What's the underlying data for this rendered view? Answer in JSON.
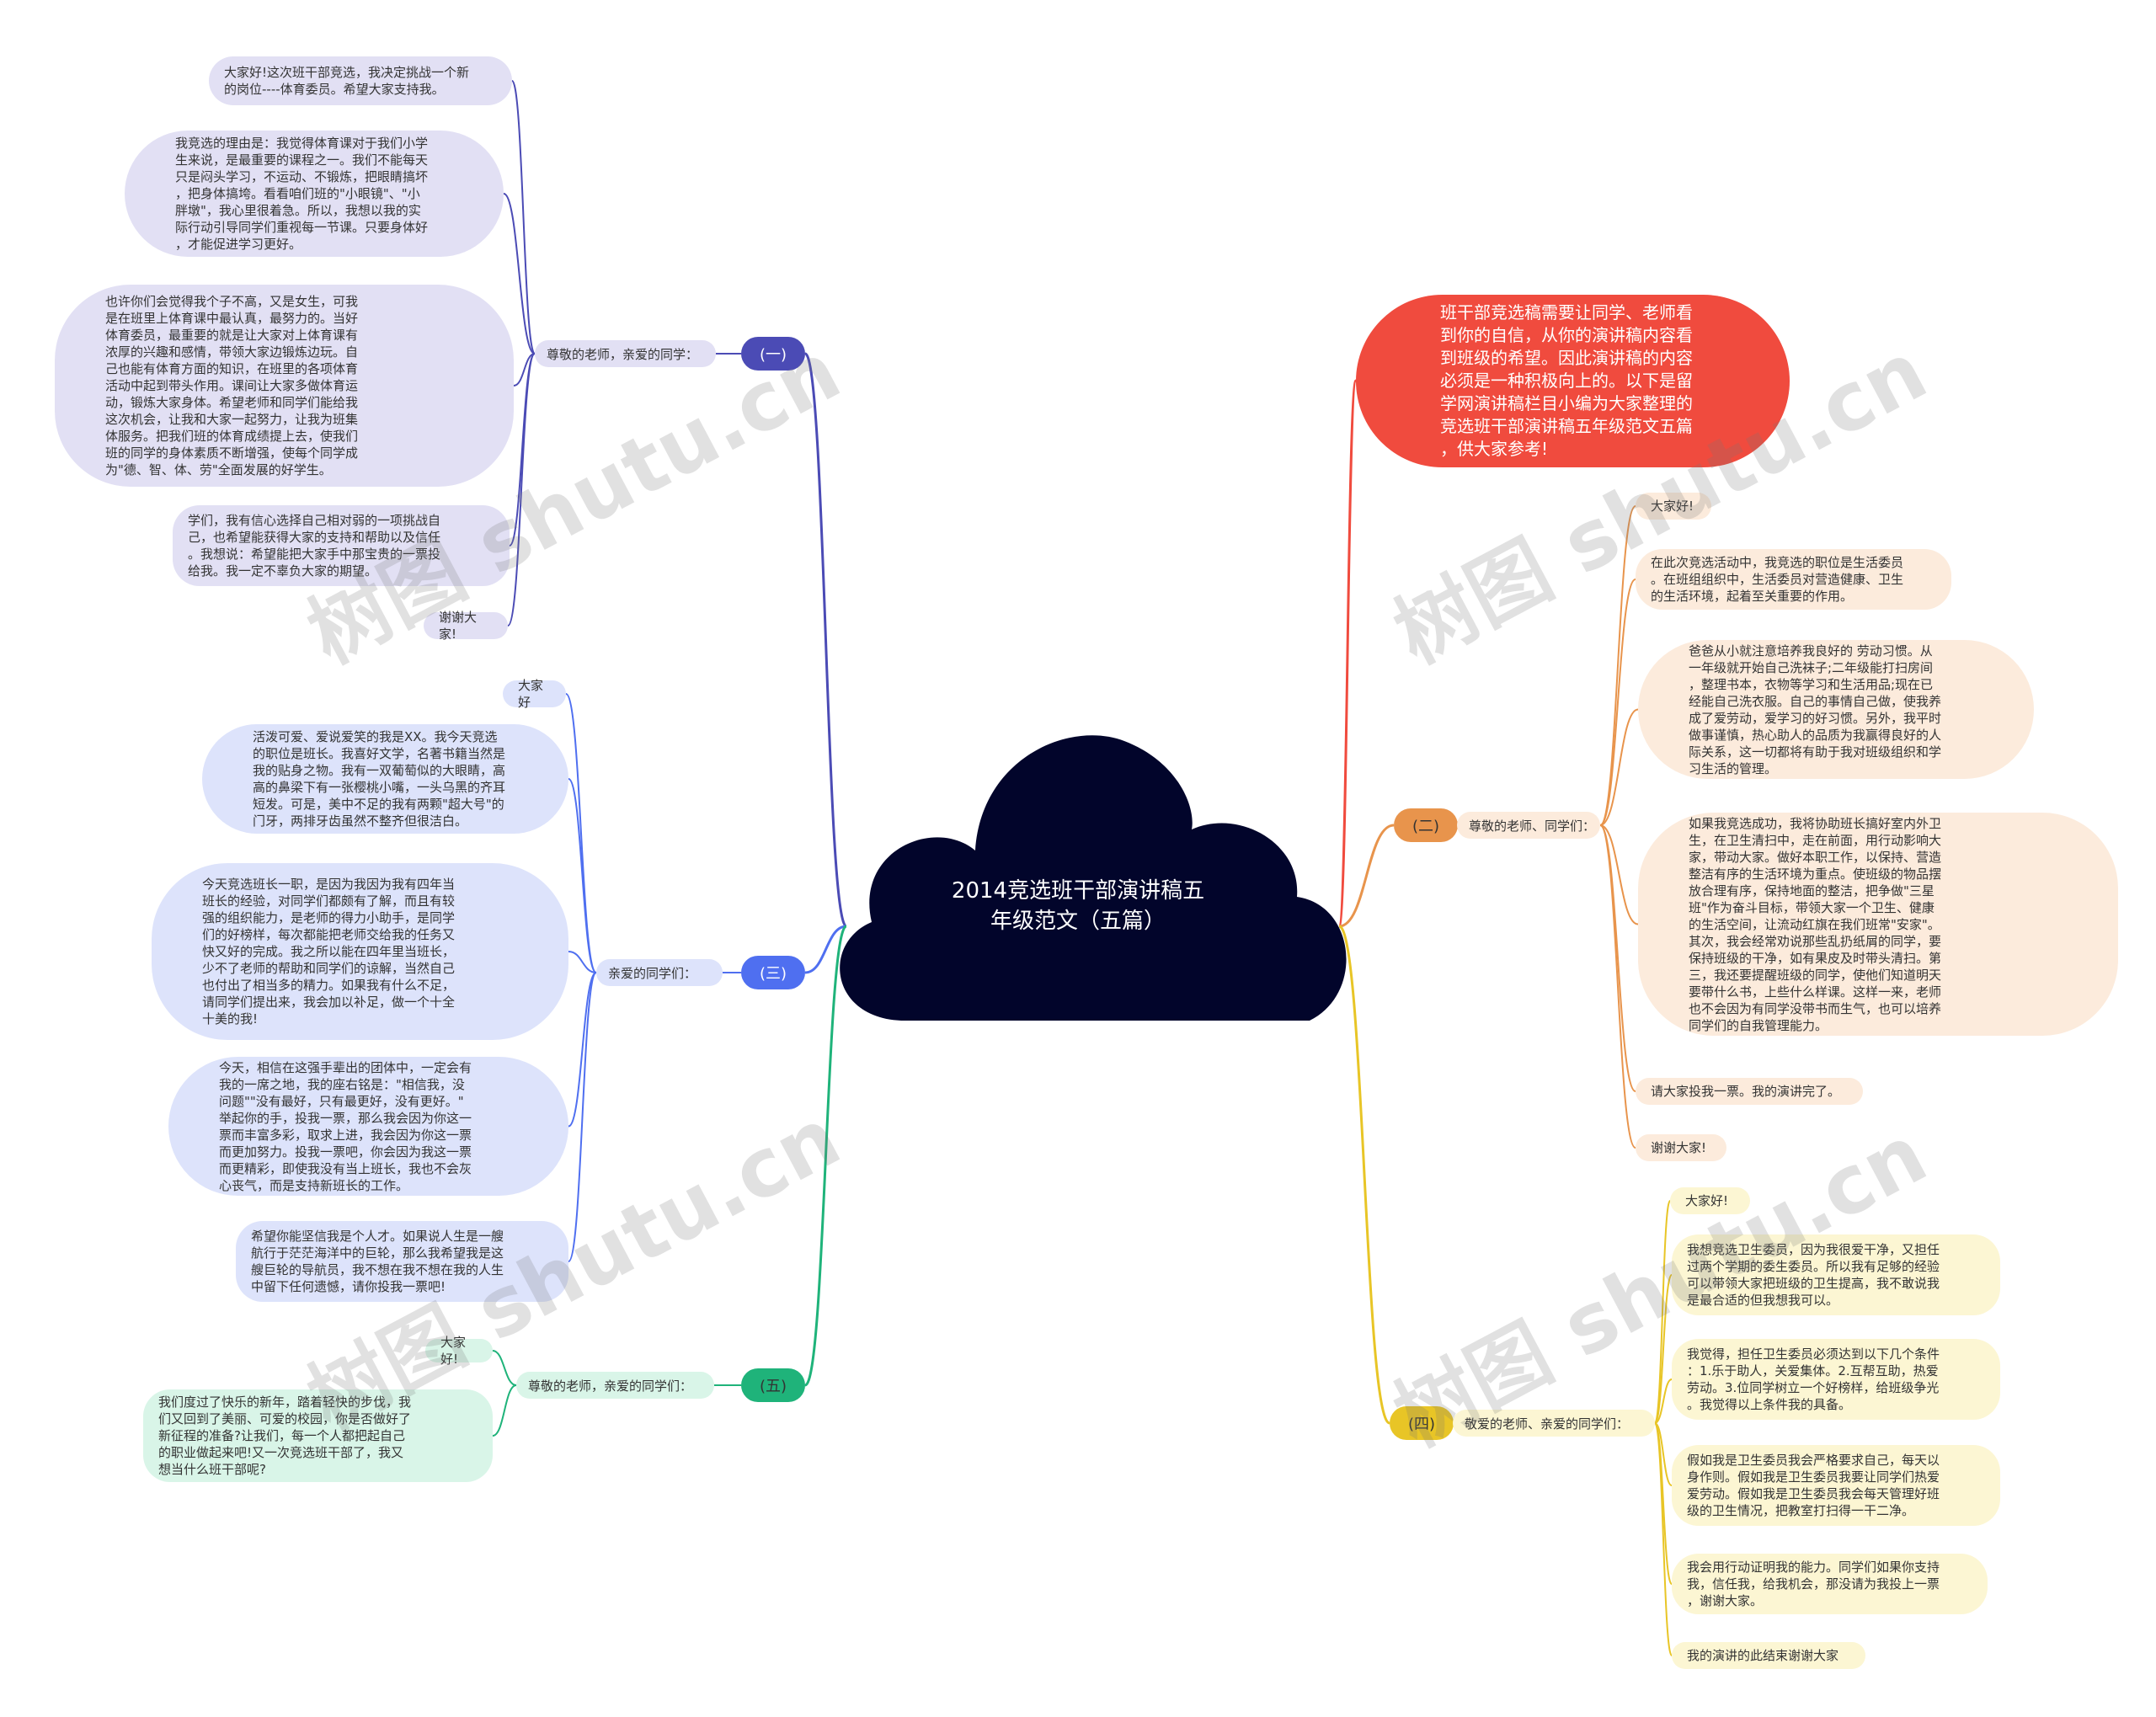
{
  "central_topic": {
    "title": "2014竞选班干部演讲稿五\n年级范文（五篇）",
    "fill": "#02052b"
  },
  "intro_node": {
    "text": "班干部竞选稿需要让同学、老师看\n到你的自信，从你的演讲稿内容看\n到班级的希望。因此演讲稿的内容\n必须是一种积极向上的。以下是留\n学网演讲稿栏目小编为大家整理的\n竞选班干部演讲稿五年级范文五篇\n，供大家参考!",
    "fill": "#f04b3e"
  },
  "branches": [
    {
      "label": "(一)",
      "color": "#4b4bb5",
      "light": "#e2e0f4",
      "sub": "尊敬的老师，亲爱的同学：",
      "leaves": [
        "大家好!这次班干部竞选，我决定挑战一个新\n的岗位----体育委员。希望大家支持我。",
        "我竞选的理由是：我觉得体育课对于我们小学\n生来说，是最重要的课程之一。我们不能每天\n只是闷头学习，不运动、不锻炼，把眼睛搞坏\n，把身体搞垮。看看咱们班的\"小眼镜\"、\"小\n胖墩\"，我心里很着急。所以，我想以我的实\n际行动引导同学们重视每一节课。只要身体好\n，才能促进学习更好。",
        "也许你们会觉得我个子不高，又是女生，可我\n是在班里上体育课中最认真，最努力的。当好\n体育委员，最重要的就是让大家对上体育课有\n浓厚的兴趣和感情，带领大家边锻炼边玩。自\n己也能有体育方面的知识，在班里的各项体育\n活动中起到带头作用。课间让大家多做体育运\n动，锻炼大家身体。希望老师和同学们能给我\n这次机会，让我和大家一起努力，让我为班集\n体服务。把我们班的体育成绩提上去，使我们\n班的同学的身体素质不断增强，使每个同学成\n为\"德、智、体、劳\"全面发展的好学生。",
        "学们，我有信心选择自己相对弱的一项挑战自\n己，也希望能获得大家的支持和帮助以及信任\n。我想说：希望能把大家手中那宝贵的一票投\n给我。我一定不辜负大家的期望。",
        "谢谢大家!"
      ]
    },
    {
      "label": "(二)",
      "color": "#e8944c",
      "light": "#fcebdc",
      "sub": "尊敬的老师、同学们：",
      "leaves": [
        "大家好!",
        "在此次竞选活动中，我竞选的职位是生活委员\n。在班组组织中，生活委员对营造健康、卫生\n的生活环境，起着至关重要的作用。",
        "爸爸从小就注意培养我良好的 劳动习惯。从\n一年级就开始自己洗袜子;二年级能打扫房间\n，整理书本，衣物等学习和生活用品;现在已\n经能自己洗衣服。自己的事情自己做，使我养\n成了爱劳动，爱学习的好习惯。另外，我平时\n做事谨慎，热心助人的品质为我赢得良好的人\n际关系，这一切都将有助于我对班级组织和学\n习生活的管理。",
        "如果我竞选成功，我将协助班长搞好室内外卫\n生，在卫生清扫中，走在前面，用行动影响大\n家，带动大家。做好本职工作，以保持、营造\n整洁有序的生活环境为重点。使班级的物品摆\n放合理有序，保持地面的整洁，把争做\"三星\n班\"作为奋斗目标，带领大家一个卫生、健康\n的生活空间，让流动红旗在我们班常\"安家\"。\n其次，我会经常劝说那些乱扔纸屑的同学，要\n保持班级的干净，如有果皮及时带头清扫。第\n三，我还要提醒班级的同学，使他们知道明天\n要带什么书，上些什么样课。这样一来，老师\n也不会因为有同学没带书而生气，也可以培养\n同学们的自我管理能力。",
        "请大家投我一票。我的演讲完了。",
        "谢谢大家!"
      ]
    },
    {
      "label": "(三)",
      "color": "#4f6ff0",
      "light": "#dde3fb",
      "sub": "亲爱的同学们：",
      "leaves": [
        "大家好",
        "活泼可爱、爱说爱笑的我是XX。我今天竞选\n的职位是班长。我喜好文学，名著书籍当然是\n我的贴身之物。我有一双葡萄似的大眼睛，高\n高的鼻梁下有一张樱桃小嘴，一头乌黑的齐耳\n短发。可是，美中不足的我有两颗\"超大号\"的\n门牙，两排牙齿虽然不整齐但很洁白。",
        "今天竞选班长一职，是因为我因为我有四年当\n班长的经验，对同学们都颇有了解，而且有较\n强的组织能力，是老师的得力小助手，是同学\n们的好榜样，每次都能把老师交给我的任务又\n快又好的完成。我之所以能在四年里当班长，\n少不了老师的帮助和同学们的谅解，当然自己\n也付出了相当多的精力。如果我有什么不足，\n请同学们提出来，我会加以补足，做一个十全\n十美的我!",
        "今天，相信在这强手辈出的团体中，一定会有\n我的一席之地，我的座右铭是：\"相信我，没\n问题\"\"没有最好，只有最更好，没有更好。\"\n举起你的手，投我一票，那么我会因为你这一\n票而丰富多彩，取求上进，我会因为你这一票\n而更加努力。投我一票吧，你会因为我这一票\n而更精彩，即使我没有当上班长，我也不会灰\n心丧气，而是支持新班长的工作。",
        "希望你能坚信我是个人才。如果说人生是一艘\n航行于茫茫海洋中的巨轮，那么我希望我是这\n艘巨轮的导航员，我不想在我不想在我的人生\n中留下任何遗憾，请你投我一票吧!"
      ]
    },
    {
      "label": "(四)",
      "color": "#e8c526",
      "light": "#fcf6d3",
      "sub": "敬爱的老师、亲爱的同学们：",
      "leaves": [
        "大家好!",
        "我想竞选卫生委员，因为我很爱干净，又担任\n过两个学期的委生委员。所以我有足够的经验\n可以带领大家把班级的卫生提高，我不敢说我\n是最合适的但我想我可以。",
        "我觉得，担任卫生委员必须达到以下几个条件\n：1.乐于助人，关爱集体。2.互帮互助，热爱\n劳动。3.位同学树立一个好榜样，给班级争光\n。我觉得以上条件我的具备。",
        "假如我是卫生委员我会严格要求自己，每天以\n身作则。假如我是卫生委员我要让同学们热爱\n爱劳动。假如我是卫生委员我会每天管理好班\n级的卫生情况，把教室打扫得一干二净。",
        "我会用行动证明我的能力。同学们如果你支持\n我，信任我，给我机会，那没请为我投上一票\n，谢谢大家。",
        "我的演讲的此结束谢谢大家"
      ]
    },
    {
      "label": "(五)",
      "color": "#1fb37a",
      "light": "#d9f5e8",
      "sub": "尊敬的老师，亲爱的同学们：",
      "leaves": [
        "大家好!",
        "我们度过了快乐的新年，踏着轻快的步伐，我\n们又回到了美丽、可爱的校园，你是否做好了\n新征程的准备?让我们，每一个人都把起自己\n的职业做起来吧!又一次竞选班干部了，我又\n想当什么班干部呢?"
      ]
    }
  ],
  "watermark": "树图 shutu.cn"
}
